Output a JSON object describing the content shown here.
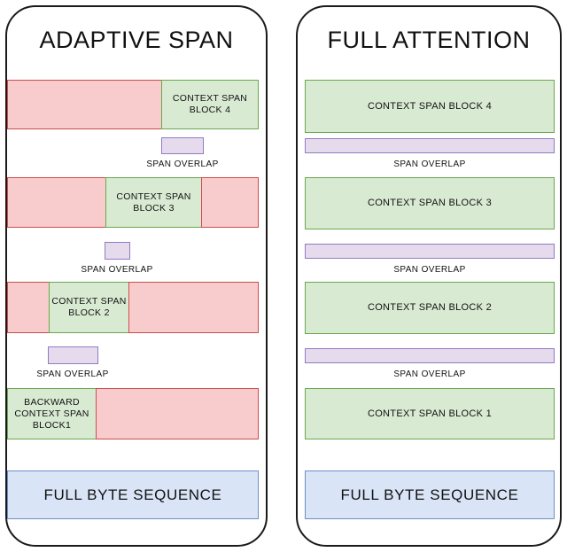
{
  "panels": [
    {
      "id": "adaptive-span",
      "title": "ADAPTIVE SPAN",
      "rows": [
        {
          "name": "context-span-block-4",
          "segments": [
            {
              "color": "pink",
              "label": ""
            },
            {
              "color": "green",
              "label": "CONTEXT SPAN BLOCK 4"
            }
          ]
        },
        {
          "name": "span-overlap-3",
          "caption": "SPAN OVERLAP",
          "color": "purple"
        },
        {
          "name": "context-span-block-3",
          "segments": [
            {
              "color": "pink",
              "label": ""
            },
            {
              "color": "green",
              "label": "CONTEXT SPAN BLOCK 3"
            },
            {
              "color": "pink",
              "label": ""
            }
          ]
        },
        {
          "name": "span-overlap-2",
          "caption": "SPAN OVERLAP",
          "color": "purple"
        },
        {
          "name": "context-span-block-2",
          "segments": [
            {
              "color": "pink",
              "label": ""
            },
            {
              "color": "green",
              "label": "CONTEXT SPAN BLOCK 2"
            },
            {
              "color": "pink",
              "label": ""
            }
          ]
        },
        {
          "name": "span-overlap-1",
          "caption": "SPAN OVERLAP",
          "color": "purple"
        },
        {
          "name": "backward-context-span-block-1",
          "segments": [
            {
              "color": "green",
              "label": "BACKWARD CONTEXT SPAN BLOCK1"
            },
            {
              "color": "pink",
              "label": ""
            }
          ]
        },
        {
          "name": "full-byte-sequence",
          "color": "blue",
          "label": "FULL BYTE SEQUENCE"
        }
      ]
    },
    {
      "id": "full-attention",
      "title": "FULL ATTENTION",
      "rows": [
        {
          "name": "context-span-block-4",
          "color": "green",
          "label": "CONTEXT SPAN BLOCK 4"
        },
        {
          "name": "span-overlap-3",
          "caption": "SPAN OVERLAP",
          "color": "purple"
        },
        {
          "name": "context-span-block-3",
          "color": "green",
          "label": "CONTEXT SPAN BLOCK 3"
        },
        {
          "name": "span-overlap-2",
          "caption": "SPAN OVERLAP",
          "color": "purple"
        },
        {
          "name": "context-span-block-2",
          "color": "green",
          "label": "CONTEXT SPAN BLOCK 2"
        },
        {
          "name": "span-overlap-1",
          "caption": "SPAN OVERLAP",
          "color": "purple"
        },
        {
          "name": "context-span-block-1",
          "color": "green",
          "label": "CONTEXT SPAN BLOCK 1"
        },
        {
          "name": "full-byte-sequence",
          "color": "blue",
          "label": "FULL BYTE SEQUENCE"
        }
      ]
    }
  ],
  "labels": {
    "adaptive_title": "ADAPTIVE SPAN",
    "full_title": "FULL ATTENTION",
    "block4": "CONTEXT SPAN BLOCK 4",
    "block4_l1": "CONTEXT SPAN",
    "block4_l2": "BLOCK 4",
    "block3": "CONTEXT SPAN BLOCK 3",
    "block3_l1": "CONTEXT SPAN",
    "block3_l2": "BLOCK 3",
    "block2": "CONTEXT SPAN BLOCK 2",
    "block2_l1": "CONTEXT SPAN",
    "block2_l2": "BLOCK 2",
    "block1": "CONTEXT SPAN BLOCK 1",
    "block1_l1": "BACKWARD",
    "block1_l2": "CONTEXT SPAN",
    "block1_l3": "BLOCK1",
    "span_overlap": "SPAN OVERLAP",
    "full_byte_sequence": "FULL BYTE SEQUENCE"
  },
  "colors": {
    "pink_fill": "#f8cccc",
    "pink_border": "#cc4d4d",
    "green_fill": "#d9ead3",
    "green_border": "#6aa84f",
    "purple_fill": "#e6dbec",
    "purple_border": "#8e7cc3",
    "blue_fill": "#d9e5f7",
    "blue_border": "#6d8ec4",
    "panel_border": "#1a1a1a",
    "background": "#ffffff"
  }
}
